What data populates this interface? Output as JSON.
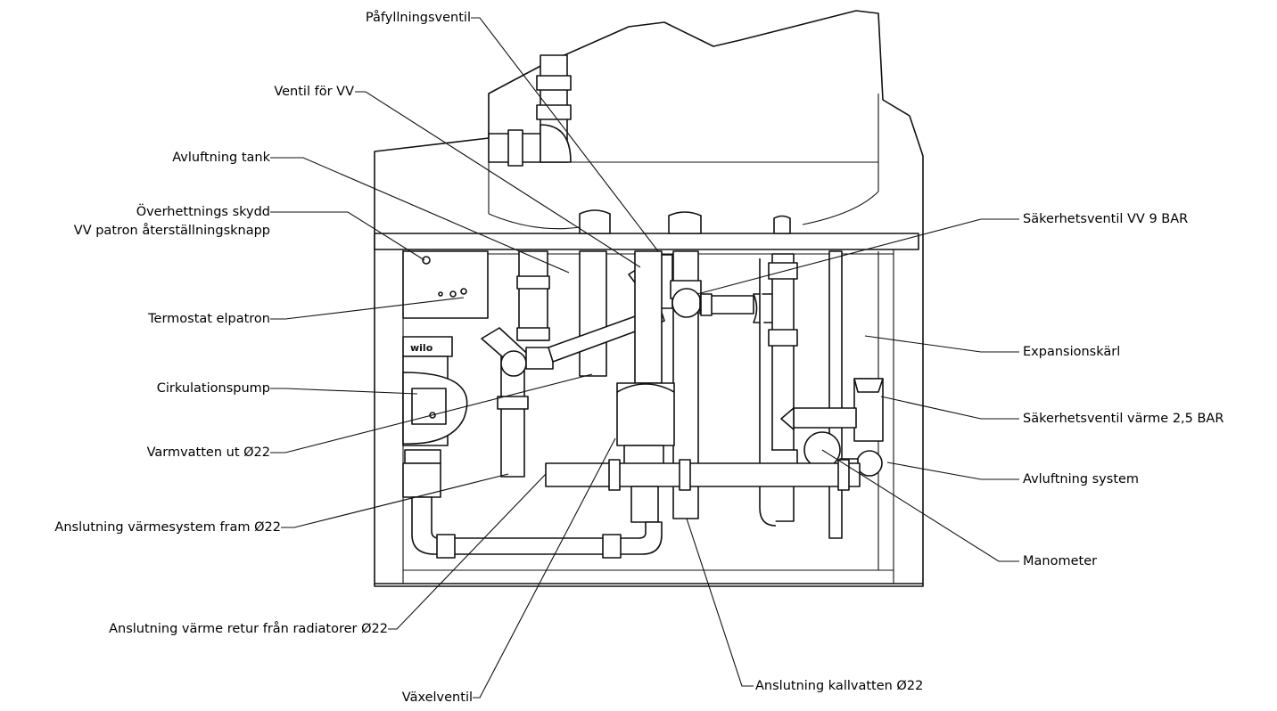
{
  "labels": {
    "pafyllningsventil": "Påfyllningsventil",
    "ventil_vv": "Ventil för VV",
    "avluftning_tank": "Avluftning tank",
    "overhettnings_1": "Överhettnings skydd",
    "overhettnings_2": "VV patron återställningsknapp",
    "termostat": "Termostat elpatron",
    "cirkulationspump": "Cirkulationspump",
    "varmvatten_ut": "Varmvatten ut Ø22",
    "anslutning_fram": "Anslutning värmesystem fram Ø22",
    "anslutning_retur": "Anslutning värme retur från radiatorer Ø22",
    "vaxelventil": "Växelventil",
    "kallvatten": "Anslutning kallvatten Ø22",
    "sakerhetsventil_vv": "Säkerhetsventil VV 9 BAR",
    "expansionskarl": "Expansionskärl",
    "sakerhetsventil_varme": "Säkerhetsventil värme 2,5 BAR",
    "avluftning_system": "Avluftning system",
    "manometer": "Manometer"
  },
  "pump_brand": "wilo"
}
